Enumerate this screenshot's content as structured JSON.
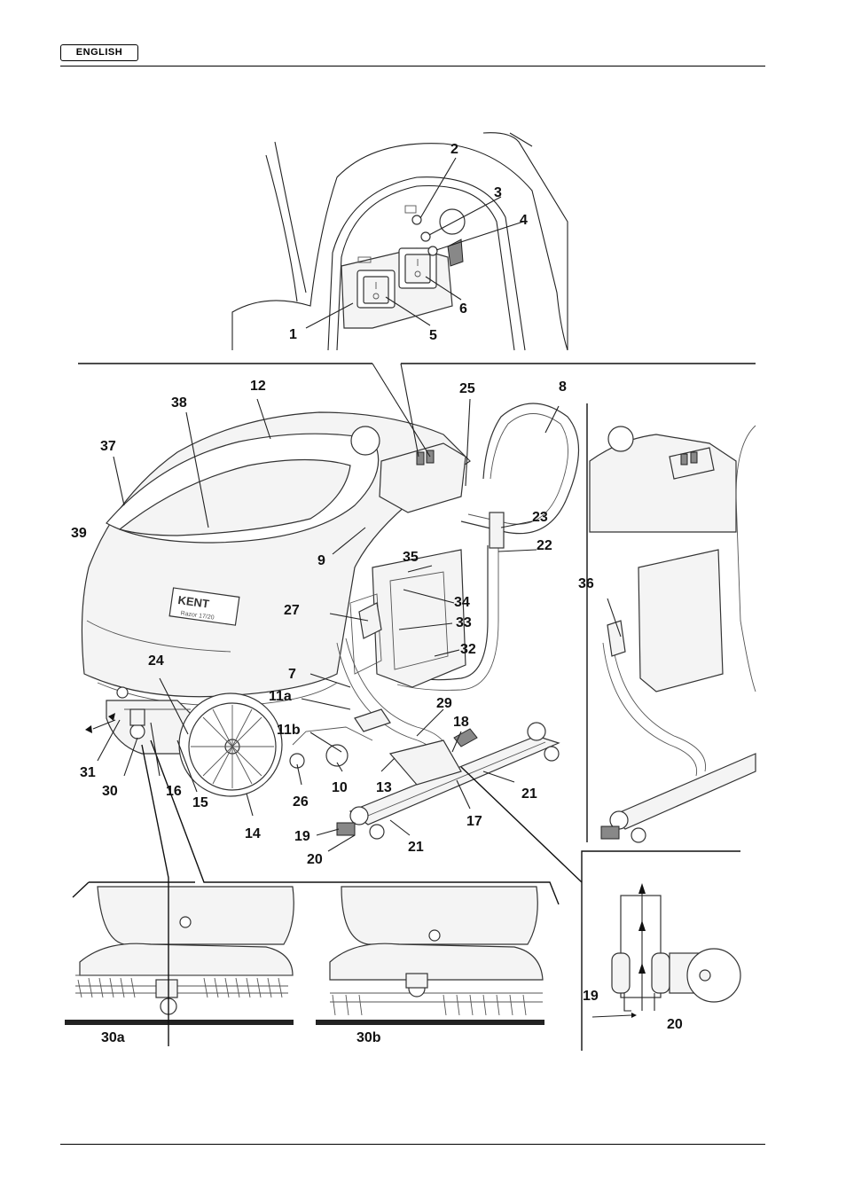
{
  "header": {
    "language": "ENGLISH"
  },
  "machine": {
    "logo_text": "KENT",
    "logo_subtext": "Razor 17/20"
  },
  "callouts": {
    "c1": "1",
    "c2": "2",
    "c3": "3",
    "c4": "4",
    "c5": "5",
    "c6": "6",
    "c7": "7",
    "c8": "8",
    "c9": "9",
    "c10": "10",
    "c11a": "11a",
    "c11b": "11b",
    "c12": "12",
    "c13": "13",
    "c14": "14",
    "c15": "15",
    "c16": "16",
    "c17": "17",
    "c18": "18",
    "c19": "19",
    "c20": "20",
    "c21a": "21",
    "c21b": "21",
    "c22": "22",
    "c23": "23",
    "c24": "24",
    "c25": "25",
    "c26": "26",
    "c27": "27",
    "c29": "29",
    "c30": "30",
    "c30a": "30a",
    "c30b": "30b",
    "c31": "31",
    "c32": "32",
    "c33": "33",
    "c34": "34",
    "c35": "35",
    "c36": "36",
    "c37": "37",
    "c38": "38",
    "c39": "39",
    "d19": "19",
    "d20": "20"
  }
}
